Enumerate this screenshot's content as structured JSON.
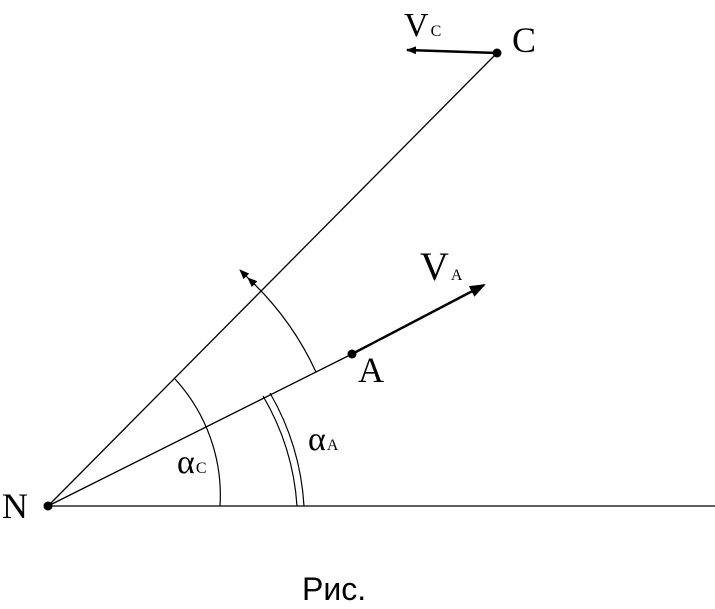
{
  "points": {
    "n": "N",
    "a": "A",
    "c": "C"
  },
  "vectors": {
    "va": {
      "main": "V",
      "sub": "A"
    },
    "vc": {
      "main": "V",
      "sub": "C"
    }
  },
  "angles": {
    "alpha_a": {
      "main": "α",
      "sub": "A"
    },
    "alpha_c": {
      "main": "α",
      "sub": "C"
    }
  },
  "caption": "Рис."
}
